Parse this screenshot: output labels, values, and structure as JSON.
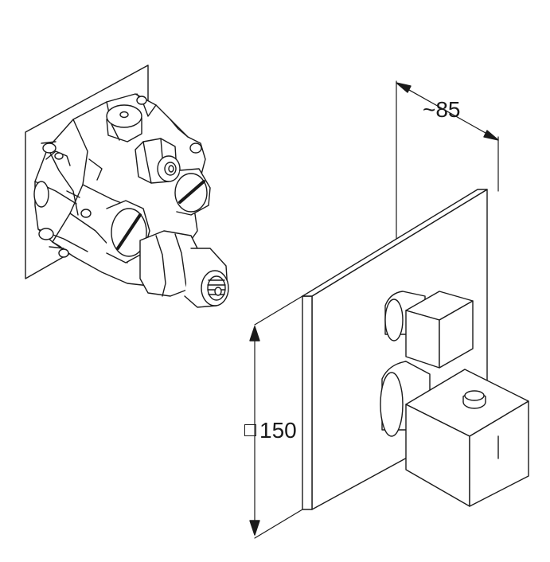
{
  "drawing": {
    "type": "technical-dimension-drawing",
    "views": [
      "concealed-valve-body",
      "square-cover-plate-with-handles"
    ],
    "line_color": "#1a1a1a",
    "background": "#ffffff"
  },
  "dimensions": {
    "depth_label": "~85",
    "size_label": "150",
    "size_prefix_icon": "square-symbol-icon"
  }
}
